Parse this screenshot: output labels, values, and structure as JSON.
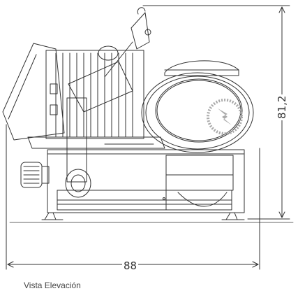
{
  "dimensions": {
    "width": "88",
    "height": "81,2"
  },
  "caption": "Vista Elevación",
  "icon": "lightning-icon",
  "colors": {
    "stroke": "#333333",
    "icon": "#aaaaaa"
  }
}
